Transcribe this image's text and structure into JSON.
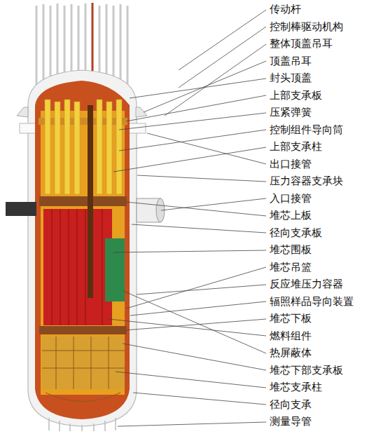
{
  "diagram": {
    "labels": [
      "传动杆",
      "控制棒驱动机构",
      "整体顶盖吊耳",
      "顶盖吊耳",
      "封头顶盖",
      "上部支承板",
      "压紧弹簧",
      "控制组件导向筒",
      "上部支承柱",
      "出口接管",
      "压力容器支承块",
      "入口接管",
      "堆芯上板",
      "径向支承板",
      "堆芯围板",
      "堆芯吊篮",
      "反应堆压力容器",
      "辐照样品导向装置",
      "堆芯下板",
      "燃料组件",
      "热屏蔽体",
      "堆芯下部支承板",
      "堆芯支承柱",
      "径向支承",
      "测量导管"
    ]
  }
}
